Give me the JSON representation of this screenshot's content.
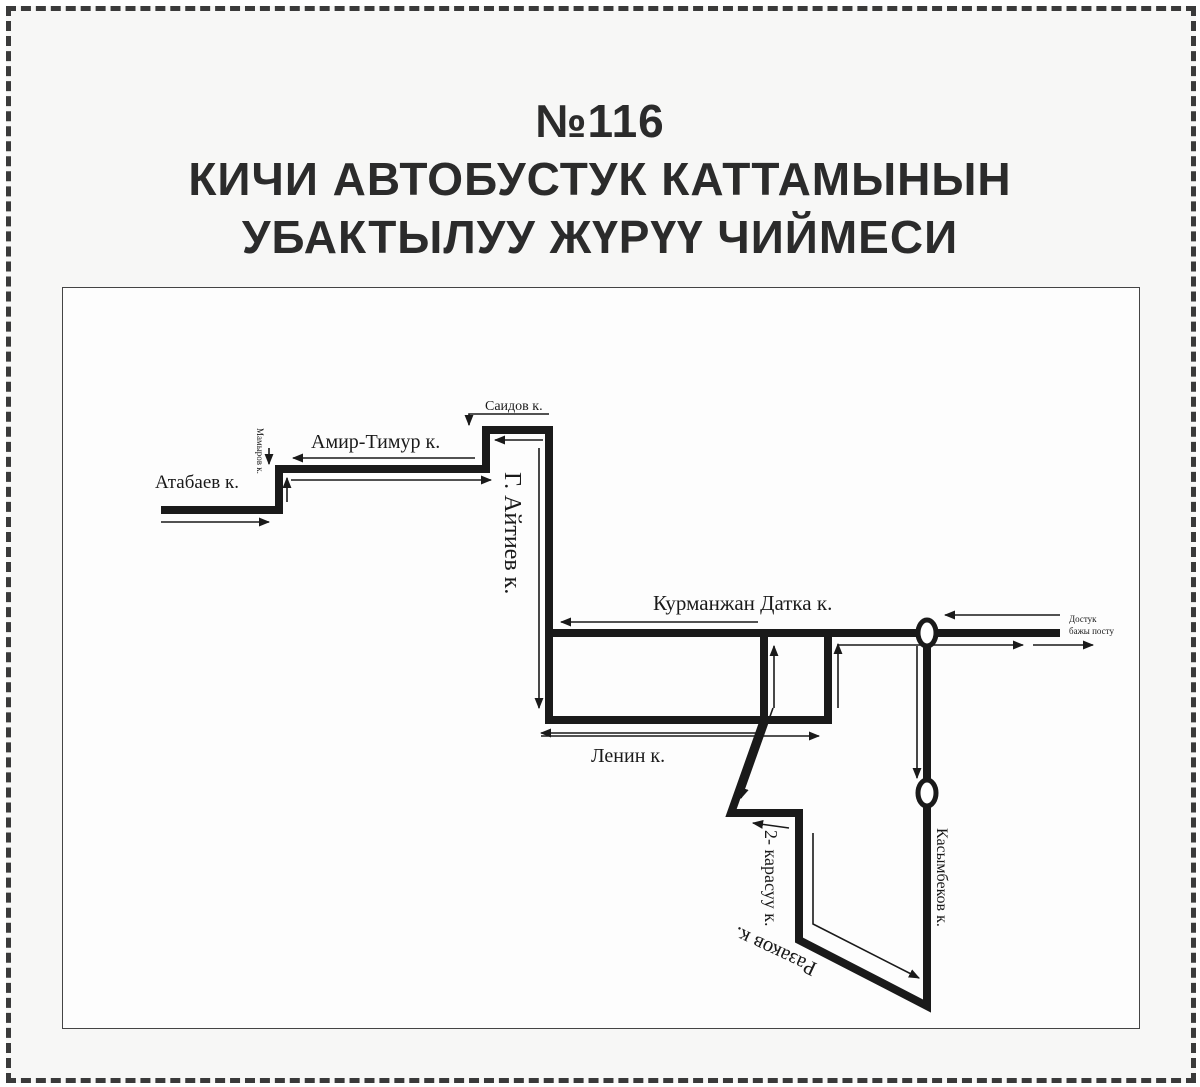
{
  "title": {
    "route_number": "№116",
    "line1": "КИЧИ АВТОБУСТУК КАТТАМЫНЫН",
    "line2": "УБАКТЫЛУУ ЖҮРҮҮ ЧИЙМЕСИ"
  },
  "streets": {
    "atabaev": "Атабаев к.",
    "mamyrov": "Мамыров к.",
    "amir_timur": "Амир-Тимур к.",
    "saidov": "Саидов к.",
    "aitiev": "Г. Айтиев к.",
    "kurmanjan": "Курманжан Датка к.",
    "lenin": "Ленин к.",
    "dostuk": "Достук",
    "dostuk2": "бажы посту",
    "karasu": "2- карасуу к.",
    "kasymbekov": "Касымбеков к.",
    "razakov": "Разаков к."
  },
  "colors": {
    "route_line": "#1a1a1a",
    "frame": "#3a3a3a",
    "title_text": "#2b2b2b"
  }
}
